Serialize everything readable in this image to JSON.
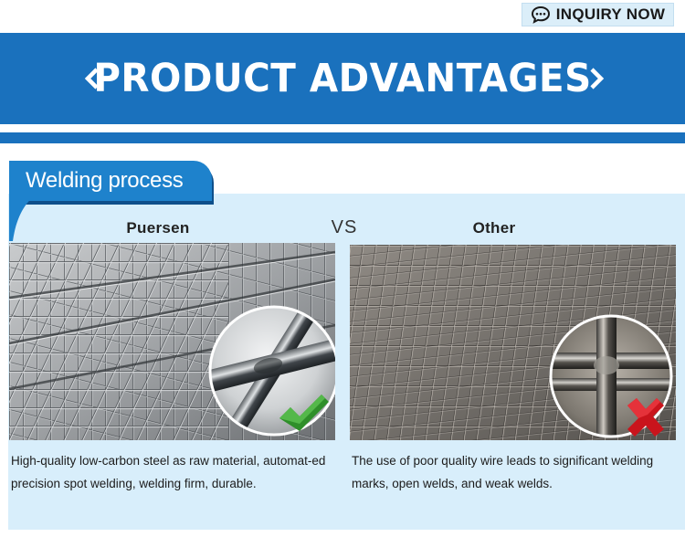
{
  "inquiry": {
    "label": "INQUIRY NOW",
    "icon": "chat-bubble-icon"
  },
  "banner": {
    "title": "PRODUCT ADVANTAGES",
    "color": "#1a71bd"
  },
  "section": {
    "tab_label": "Welding process",
    "tab_color": "#1e82cc"
  },
  "comparison": {
    "left_label": "Puersen",
    "vs_label": "VS",
    "right_label": "Other",
    "left_icon": "check-mark-icon",
    "right_icon": "cross-mark-icon",
    "left_description": "High-quality low-carbon steel as raw material, automat-ed precision spot welding, welding firm, durable.",
    "right_description": "The use of poor quality wire leads to significant welding marks, open welds, and weak welds."
  }
}
